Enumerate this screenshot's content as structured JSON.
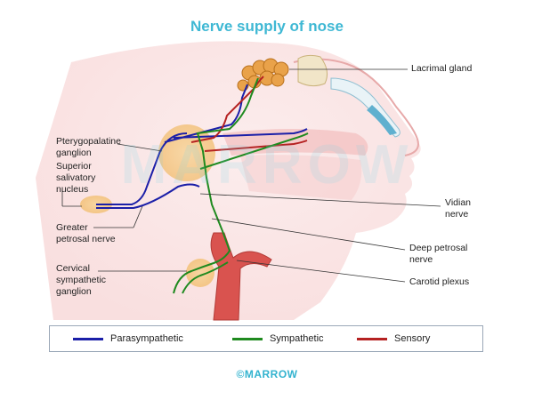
{
  "title": "Nerve supply of nose",
  "labels": {
    "lacrimal_gland": "Lacrimal gland",
    "pterygopalatine": [
      "Pterygopalatine",
      "ganglion"
    ],
    "superior_salivatory": [
      "Superior",
      "salivatory",
      "nucleus"
    ],
    "greater_petrosal": [
      "Greater",
      "petrosal nerve"
    ],
    "cervical_sympathetic": [
      "Cervical",
      "sympathetic",
      "ganglion"
    ],
    "vidian": [
      "Vidian",
      "nerve"
    ],
    "deep_petrosal": [
      "Deep petrosal",
      "nerve"
    ],
    "carotid_plexus": "Carotid plexus"
  },
  "legend": [
    {
      "label": "Parasympathetic",
      "color": "#1b1fa8"
    },
    {
      "label": "Sympathetic",
      "color": "#1f8a1f"
    },
    {
      "label": "Sensory",
      "color": "#b52222"
    }
  ],
  "brand": "©MARROW",
  "watermark": "MARROW",
  "colors": {
    "title": "#3fb8d4",
    "parasympathetic": "#1b1fa8",
    "sympathetic": "#1f8a1f",
    "sensory": "#b52222",
    "ganglion": "#f5c98a",
    "skin": "#f7d3d3"
  }
}
